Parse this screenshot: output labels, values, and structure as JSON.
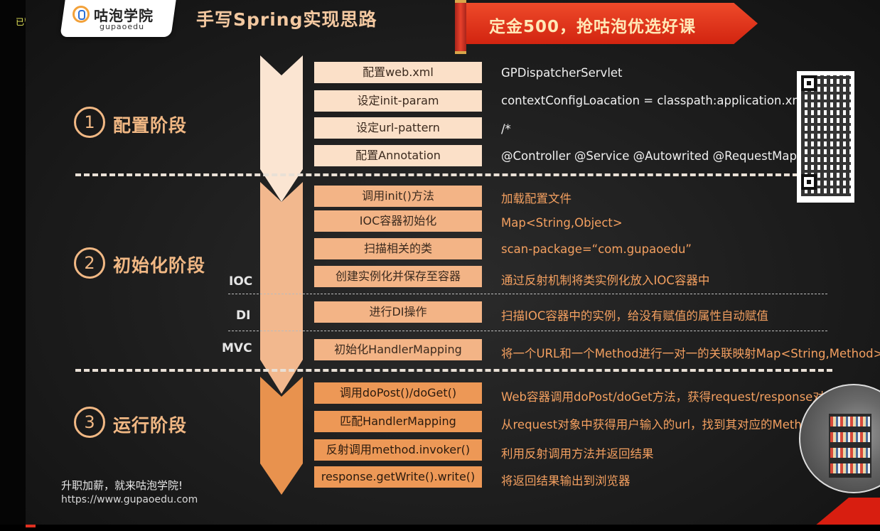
{
  "status": {
    "paused": "已暂停"
  },
  "logo": {
    "cn": "咕泡学院",
    "en": "gupaoedu"
  },
  "title": "手写Spring实现思路",
  "banner": "定金500，抢咕泡优选好课",
  "phases": [
    {
      "num": "1",
      "label": "配置阶段"
    },
    {
      "num": "2",
      "label": "初始化阶段"
    },
    {
      "num": "3",
      "label": "运行阶段"
    }
  ],
  "tags": {
    "ioc": "IOC",
    "di": "DI",
    "mvc": "MVC"
  },
  "steps": [
    {
      "box": "配置web.xml",
      "desc": "GPDispatcherServlet"
    },
    {
      "box": "设定init-param",
      "desc": "contextConfigLoacation = classpath:application.xml"
    },
    {
      "box": "设定url-pattern",
      "desc": "/*"
    },
    {
      "box": "配置Annotation",
      "desc": "@Controller  @Service  @Autowrited @RequestMapping"
    },
    {
      "box": "调用init()方法",
      "desc": "加载配置文件"
    },
    {
      "box": "IOC容器初始化",
      "desc": "Map<String,Object>"
    },
    {
      "box": "扫描相关的类",
      "desc": "scan-package=“com.gupaoedu”"
    },
    {
      "box": "创建实例化并保存至容器",
      "desc": "通过反射机制将类实例化放入IOC容器中"
    },
    {
      "box": "进行DI操作",
      "desc": "扫描IOC容器中的实例，给没有赋值的属性自动赋值"
    },
    {
      "box": "初始化HandlerMapping",
      "desc": "将一个URL和一个Method进行一对一的关联映射Map<String,Method>"
    },
    {
      "box": "调用doPost()/doGet()",
      "desc": "Web容器调用doPost/doGet方法，获得request/response对象"
    },
    {
      "box": "匹配HandlerMapping",
      "desc": "从request对象中获得用户输入的url，找到其对应的Method"
    },
    {
      "box": "反射调用method.invoker()",
      "desc": "利用反射调用方法并返回结果"
    },
    {
      "box": "response.getWrite().write()",
      "desc": "将返回结果输出到浏览器"
    }
  ],
  "footer": {
    "slogan": "升职加薪，就来咕泡学院!",
    "url": "https://www.gupaoedu.com"
  },
  "colors": {
    "phase1": "#fbe0c8",
    "phase2": "#f3b486",
    "phase3": "#ed9856",
    "accent": "#f1b884"
  }
}
